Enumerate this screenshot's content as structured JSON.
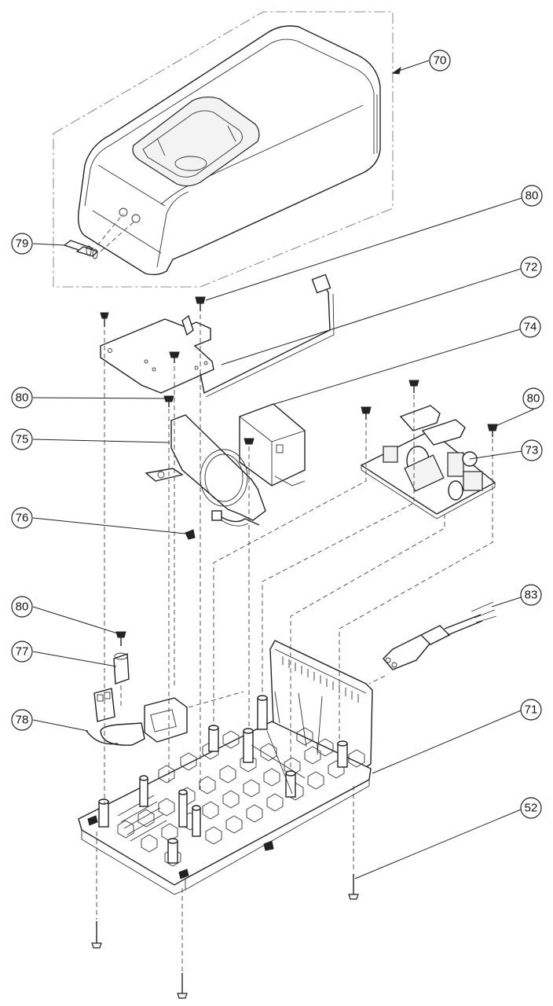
{
  "callouts": [
    {
      "id": "c70",
      "label": "70"
    },
    {
      "id": "c79",
      "label": "79"
    },
    {
      "id": "c80a",
      "label": "80"
    },
    {
      "id": "c72",
      "label": "72"
    },
    {
      "id": "c74",
      "label": "74"
    },
    {
      "id": "c80b",
      "label": "80"
    },
    {
      "id": "c80c",
      "label": "80"
    },
    {
      "id": "c75",
      "label": "75"
    },
    {
      "id": "c73",
      "label": "73"
    },
    {
      "id": "c76",
      "label": "76"
    },
    {
      "id": "c83",
      "label": "83"
    },
    {
      "id": "c80d",
      "label": "80"
    },
    {
      "id": "c77",
      "label": "77"
    },
    {
      "id": "c78",
      "label": "78"
    },
    {
      "id": "c71",
      "label": "71"
    },
    {
      "id": "c52",
      "label": "52"
    }
  ]
}
